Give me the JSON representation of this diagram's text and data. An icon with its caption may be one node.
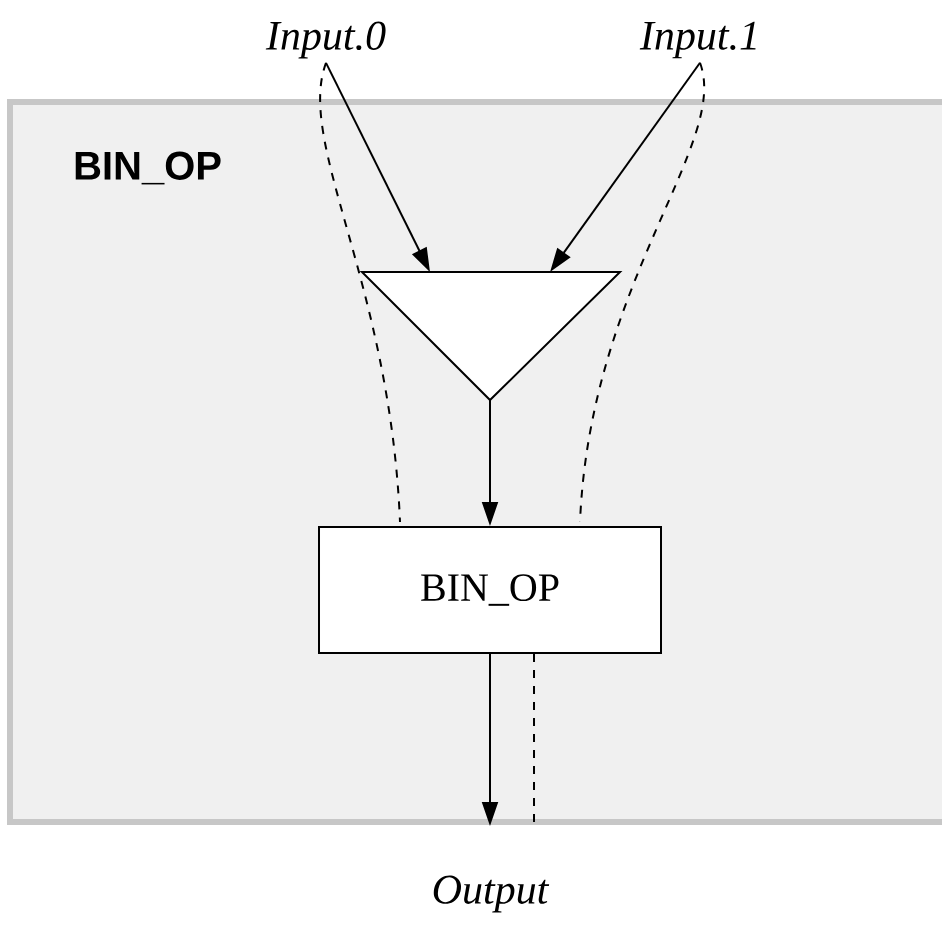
{
  "diagram": {
    "nodes": [
      {
        "text": [
          "BIN_OP"
        ]
      },
      {
        "text": [
          "Input.0"
        ]
      },
      {
        "text": [
          "Input.1"
        ]
      },
      {
        "text": [],
        "shape": "triangle",
        "in": 0
      },
      {
        "text": [
          "BIN_OP"
        ],
        "in": 0
      },
      {
        "text": [
          "Output"
        ]
      }
    ],
    "edges": [
      {
        "from": 1,
        "to": 3,
        "arrow": "to"
      },
      {
        "from": 2,
        "to": 3,
        "arrow": "to"
      },
      {
        "from": 3,
        "to": 4,
        "arrow": "to"
      },
      {
        "from": 4,
        "to": 5,
        "arrow": "to"
      },
      {
        "from": 1,
        "to": 4,
        "arrow": "none",
        "style": "dashed"
      },
      {
        "from": 2,
        "to": 4,
        "arrow": "none",
        "style": "dashed"
      },
      {
        "from": 4,
        "to": null,
        "arrow": "none",
        "style": "dashed"
      }
    ]
  }
}
